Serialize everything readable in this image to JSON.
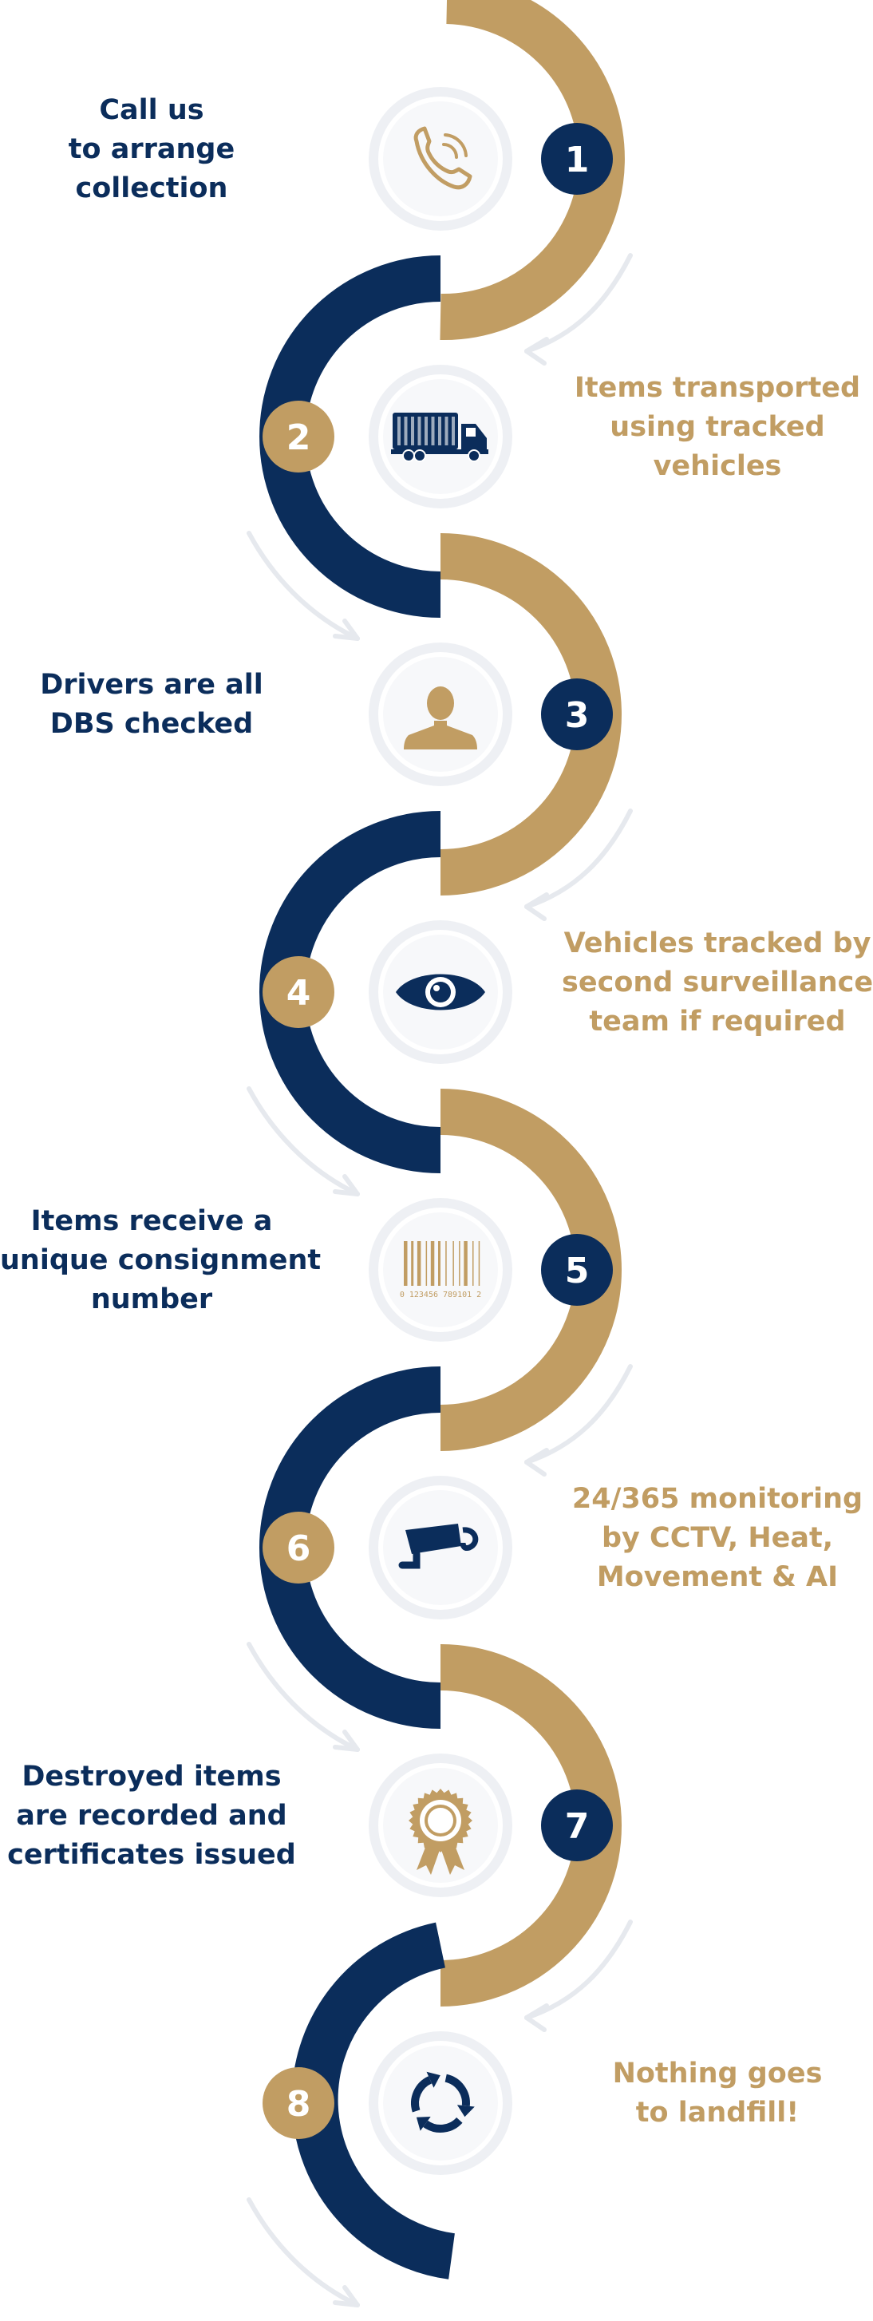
{
  "colors": {
    "navy": "#0b2d5b",
    "gold": "#c19d63",
    "white": "#ffffff",
    "arrow_grey": "#e6e9ee",
    "circle_halo": "#eef0f4"
  },
  "steps": [
    {
      "number": "1",
      "icon": "phone-icon",
      "caption": [
        "Call us",
        "to arrange",
        "collection"
      ]
    },
    {
      "number": "2",
      "icon": "truck-icon",
      "caption": [
        "Items transported",
        "using tracked",
        "vehicles"
      ]
    },
    {
      "number": "3",
      "icon": "person-icon",
      "caption": [
        "Drivers are all",
        "DBS checked"
      ]
    },
    {
      "number": "4",
      "icon": "eye-icon",
      "caption": [
        "Vehicles tracked by",
        "second surveillance",
        "team if required"
      ]
    },
    {
      "number": "5",
      "icon": "barcode-icon",
      "barcode_digits": "0 123456 789101 2",
      "caption": [
        "Items receive a",
        "unique consignment",
        "number"
      ]
    },
    {
      "number": "6",
      "icon": "cctv-camera-icon",
      "caption": [
        "24/365 monitoring",
        "by CCTV, Heat,",
        "Movement & AI"
      ]
    },
    {
      "number": "7",
      "icon": "certificate-rosette-icon",
      "caption": [
        "Destroyed items",
        "are recorded and",
        "certificates issued"
      ]
    },
    {
      "number": "8",
      "icon": "recycle-arrows-icon",
      "caption": [
        "Nothing goes",
        "to landfill!"
      ]
    }
  ]
}
